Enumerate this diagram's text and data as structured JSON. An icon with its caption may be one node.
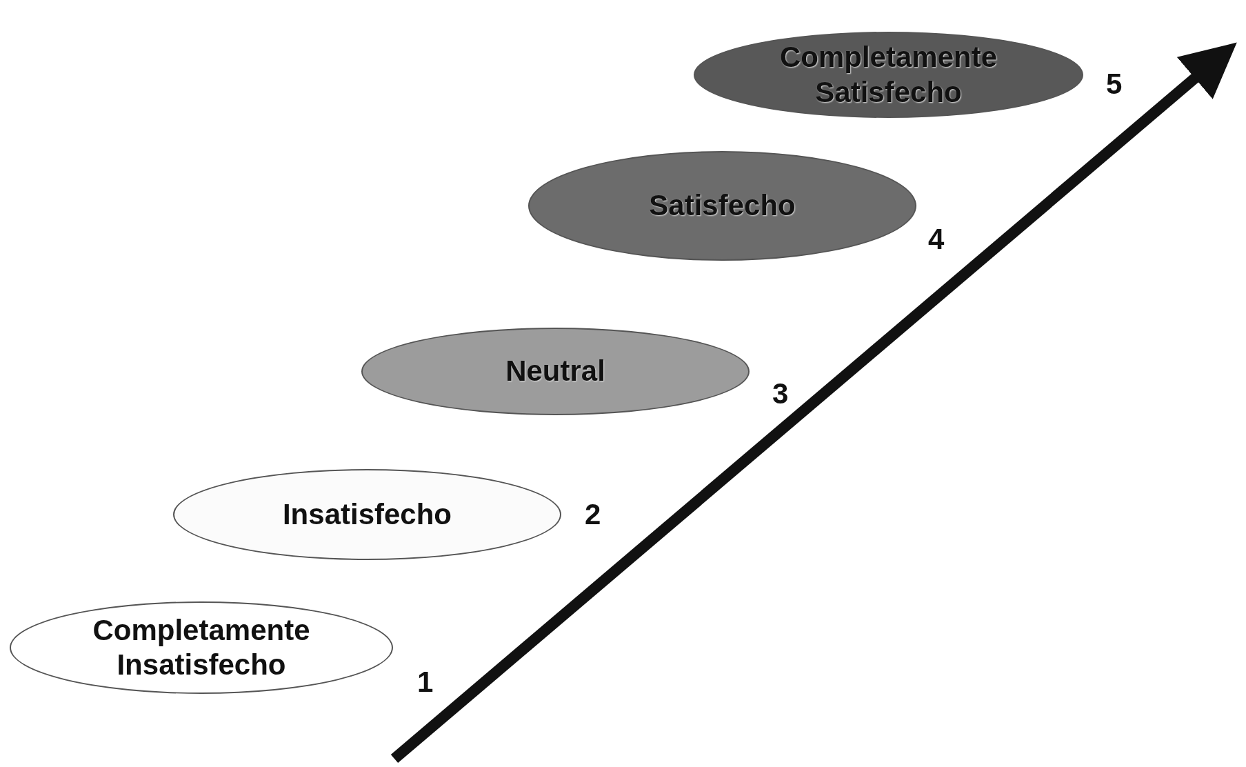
{
  "diagram": {
    "nodes": [
      {
        "text": [
          "Completamente Insatisfecho"
        ],
        "beside": [
          "1"
        ]
      },
      {
        "text": [
          "Insatisfecho"
        ],
        "beside": [
          "2"
        ]
      },
      {
        "text": [
          "Neutral"
        ],
        "beside": [
          "3"
        ]
      },
      {
        "text": [
          "Satisfecho"
        ],
        "beside": [
          "4"
        ]
      },
      {
        "text": [
          "Completamente Satisfecho"
        ],
        "beside": [
          "5"
        ]
      }
    ]
  }
}
